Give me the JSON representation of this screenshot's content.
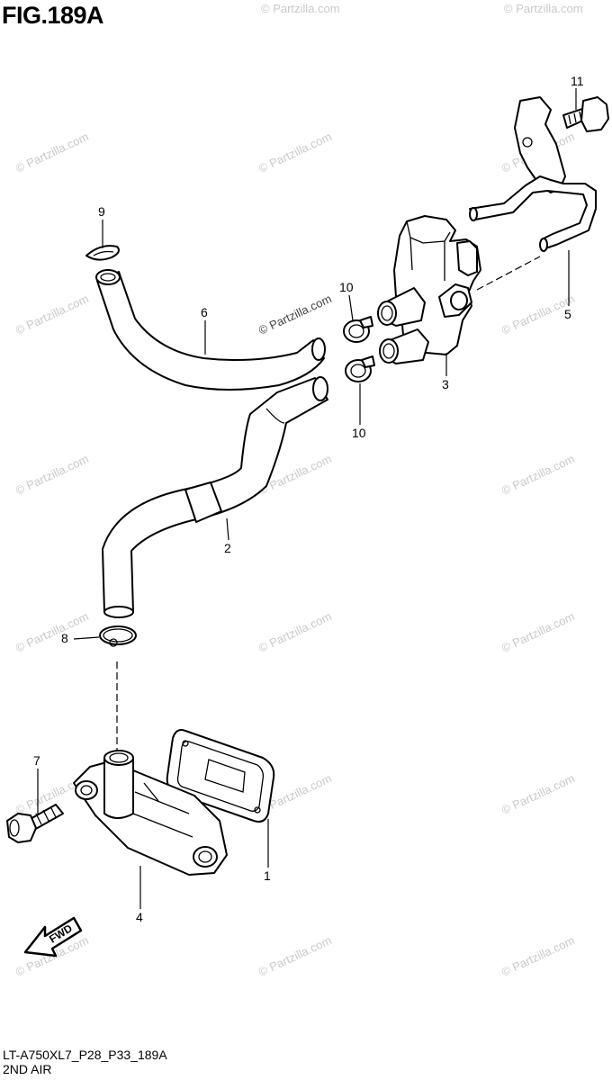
{
  "figure": {
    "title": "FIG.189A",
    "code": "LT-A750XL7_P28_P33_189A",
    "caption": "2ND AIR",
    "direction_label": "FWD"
  },
  "watermark": {
    "text": "© Partzilla.com"
  },
  "callouts": [
    "11",
    "9",
    "10",
    "6",
    "5",
    "3",
    "10",
    "2",
    "8",
    "7",
    "1",
    "4"
  ],
  "icons": {
    "direction_arrow": "fwd-arrow-icon"
  }
}
